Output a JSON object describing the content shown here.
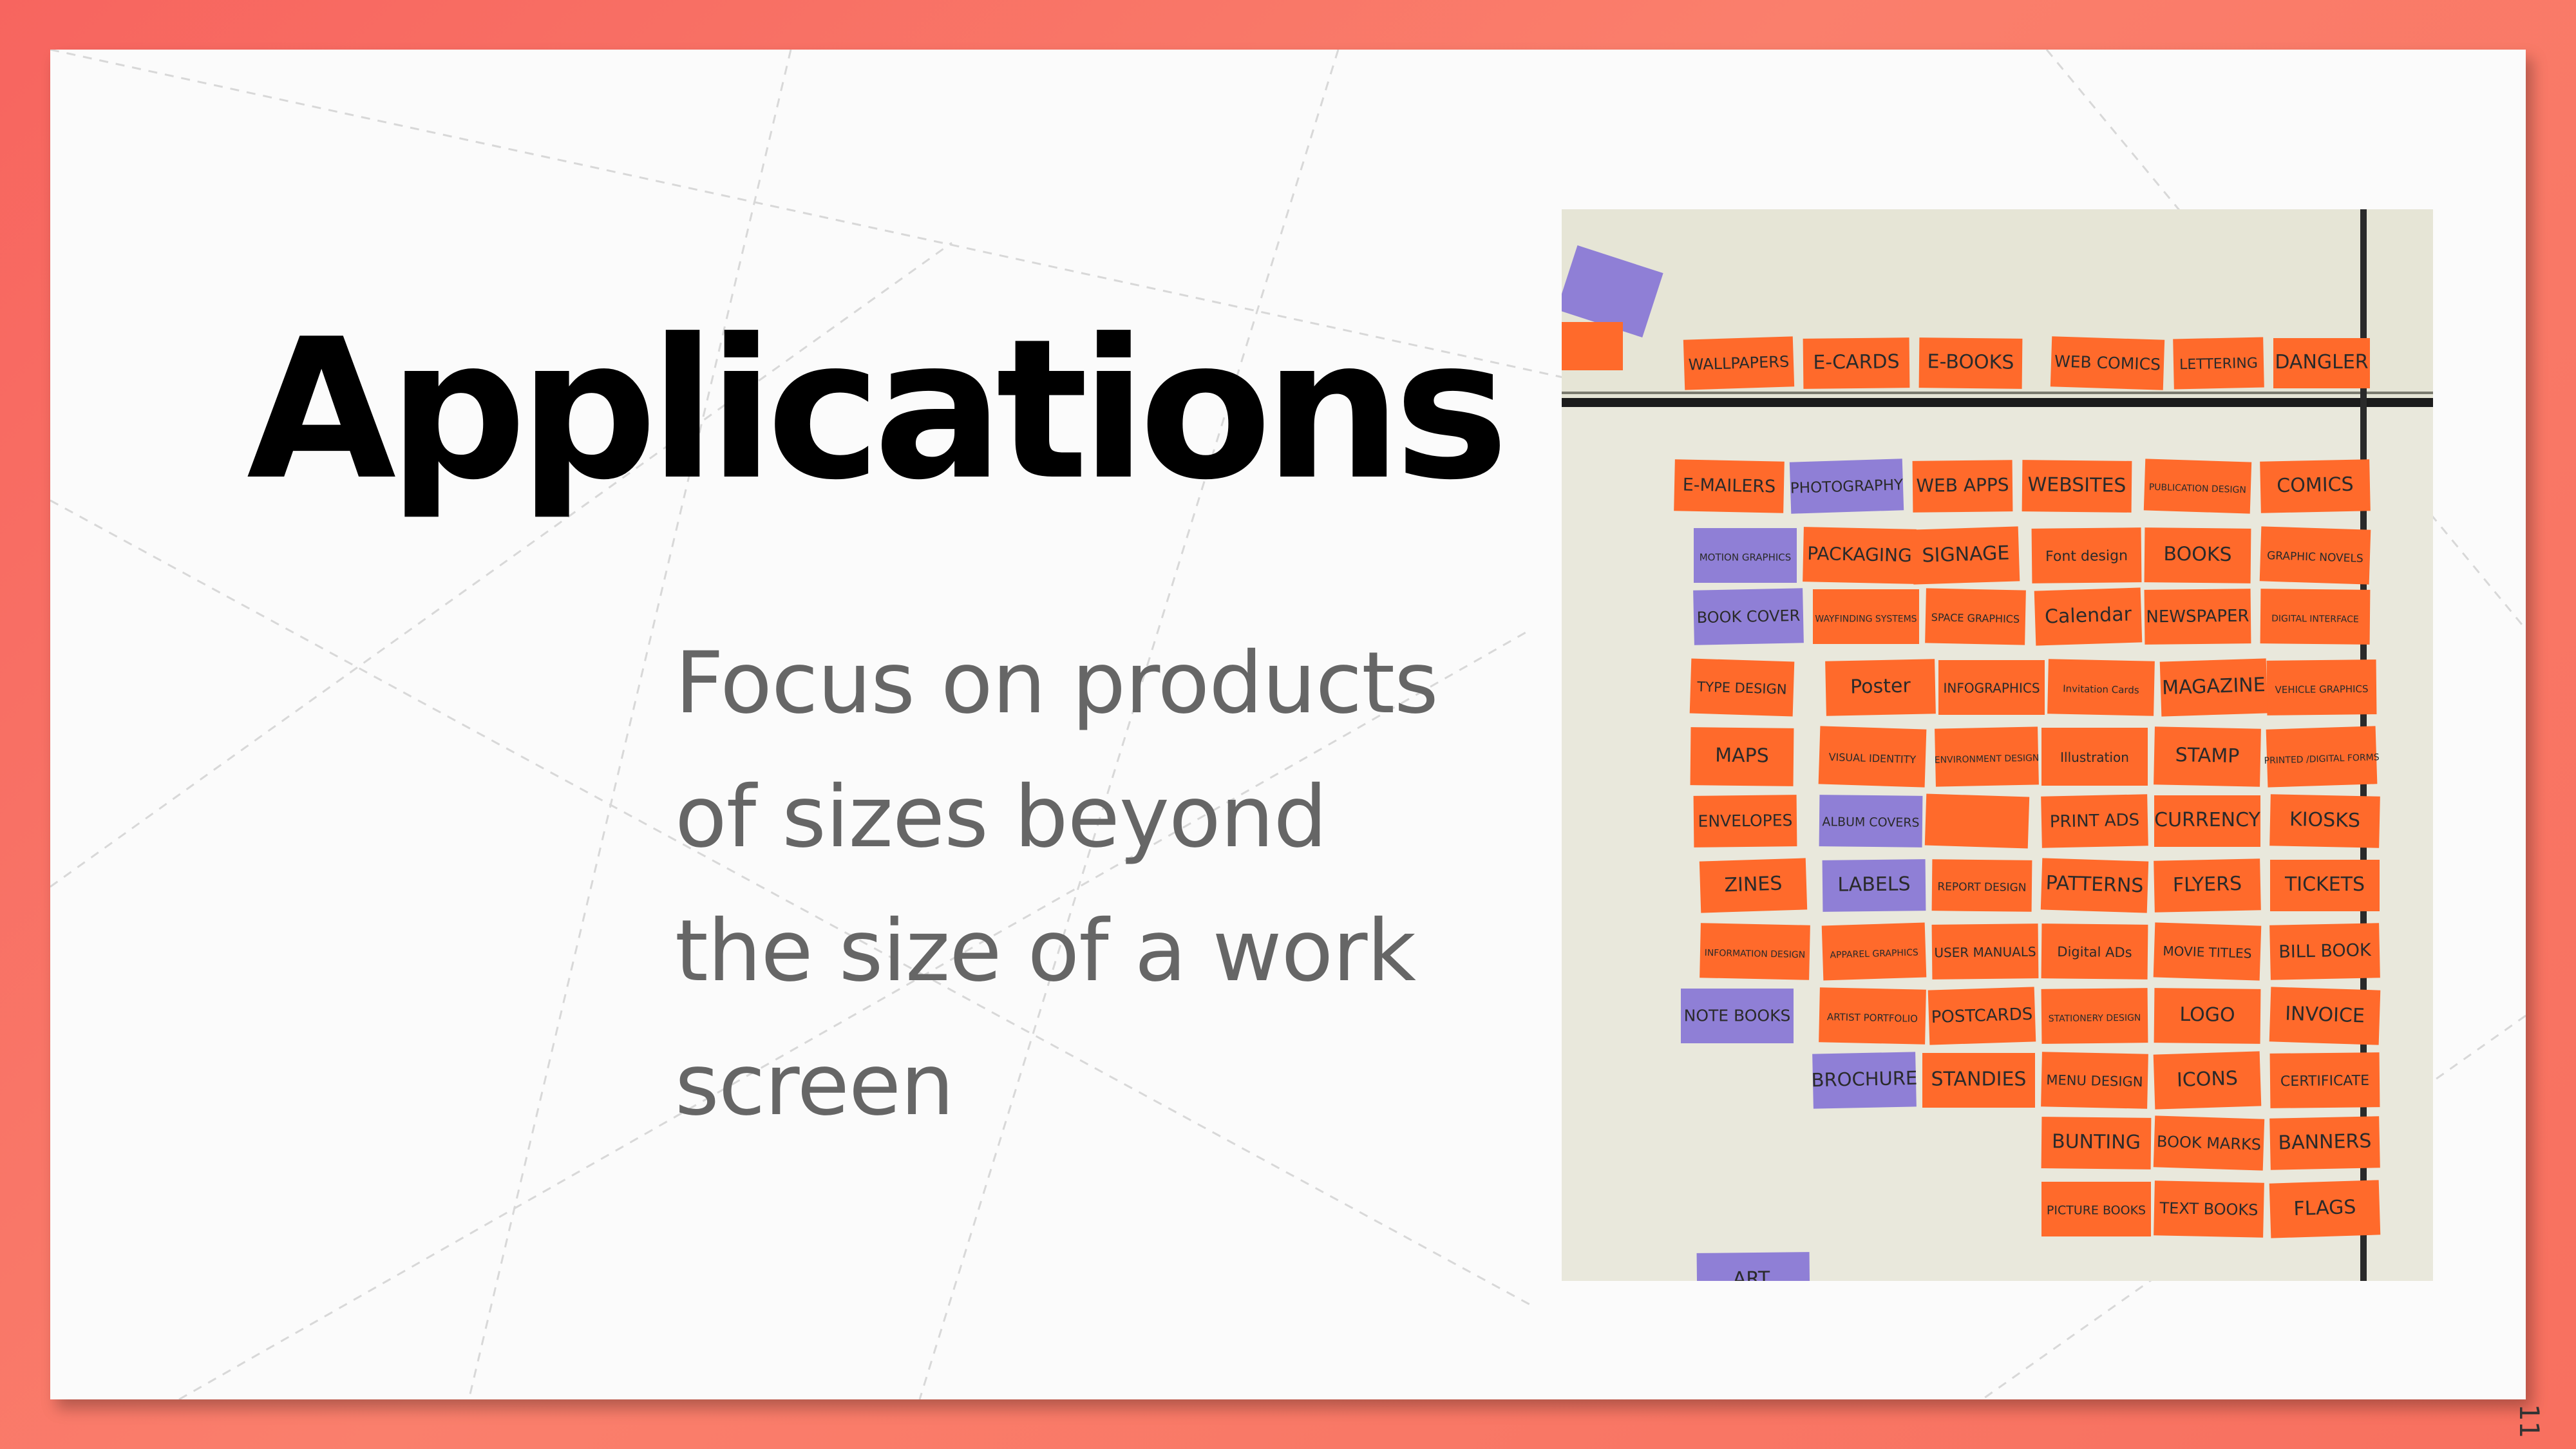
{
  "slide": {
    "title": "Applications",
    "body_lines": [
      "Focus on products",
      "of sizes beyond",
      "the size of a work",
      "screen"
    ],
    "page_number": "11"
  },
  "photo": {
    "notes": [
      {
        "t": "WALLPAPERS",
        "c": "o"
      },
      {
        "t": "E-CARDS",
        "c": "o"
      },
      {
        "t": "E-BOOKS",
        "c": "o"
      },
      {
        "t": "WEB COMICS",
        "c": "o"
      },
      {
        "t": "LETTERING",
        "c": "o"
      },
      {
        "t": "DANGLER",
        "c": "o"
      },
      {
        "t": "E-MAILERS",
        "c": "o"
      },
      {
        "t": "PHOTOGRAPHY",
        "c": "p"
      },
      {
        "t": "WEB APPS",
        "c": "o"
      },
      {
        "t": "WEBSITES",
        "c": "o"
      },
      {
        "t": "PUBLICATION DESIGN",
        "c": "o"
      },
      {
        "t": "COMICS",
        "c": "o"
      },
      {
        "t": "MOTION GRAPHICS",
        "c": "p"
      },
      {
        "t": "PACKAGING",
        "c": "o"
      },
      {
        "t": "SIGNAGE",
        "c": "o"
      },
      {
        "t": "Font design",
        "c": "o"
      },
      {
        "t": "BOOKS",
        "c": "o"
      },
      {
        "t": "GRAPHIC NOVELS",
        "c": "o"
      },
      {
        "t": "BOOK COVER",
        "c": "p"
      },
      {
        "t": "WAYFINDING SYSTEMS",
        "c": "o"
      },
      {
        "t": "SPACE GRAPHICS",
        "c": "o"
      },
      {
        "t": "Calendar",
        "c": "o"
      },
      {
        "t": "NEWSPAPER",
        "c": "o"
      },
      {
        "t": "DIGITAL INTERFACE",
        "c": "o"
      },
      {
        "t": "TYPE DESIGN",
        "c": "o"
      },
      {
        "t": "Poster",
        "c": "o"
      },
      {
        "t": "INFOGRAPHICS",
        "c": "o"
      },
      {
        "t": "Invitation Cards",
        "c": "o"
      },
      {
        "t": "MAGAZINE",
        "c": "o"
      },
      {
        "t": "VEHICLE GRAPHICS",
        "c": "o"
      },
      {
        "t": "MAPS",
        "c": "o"
      },
      {
        "t": "VISUAL IDENTITY",
        "c": "o"
      },
      {
        "t": "ENVIRONMENT DESIGN",
        "c": "o"
      },
      {
        "t": "Illustration",
        "c": "o"
      },
      {
        "t": "STAMP",
        "c": "o"
      },
      {
        "t": "PRINTED /DIGITAL FORMS",
        "c": "o"
      },
      {
        "t": "ENVELOPES",
        "c": "o"
      },
      {
        "t": "ALBUM COVERS",
        "c": "p"
      },
      {
        "t": "",
        "c": "o"
      },
      {
        "t": "PRINT ADS",
        "c": "o"
      },
      {
        "t": "CURRENCY",
        "c": "o"
      },
      {
        "t": "KIOSKS",
        "c": "o"
      },
      {
        "t": "ZINES",
        "c": "o"
      },
      {
        "t": "LABELS",
        "c": "p"
      },
      {
        "t": "REPORT DESIGN",
        "c": "o"
      },
      {
        "t": "PATTERNS",
        "c": "o"
      },
      {
        "t": "FLYERS",
        "c": "o"
      },
      {
        "t": "TICKETS",
        "c": "o"
      },
      {
        "t": "INFORMATION DESIGN",
        "c": "o"
      },
      {
        "t": "APPAREL GRAPHICS",
        "c": "o"
      },
      {
        "t": "USER MANUALS",
        "c": "o"
      },
      {
        "t": "Digital ADs",
        "c": "o"
      },
      {
        "t": "MOVIE TITLES",
        "c": "o"
      },
      {
        "t": "BILL BOOK",
        "c": "o"
      },
      {
        "t": "NOTE BOOKS",
        "c": "p"
      },
      {
        "t": "ARTIST PORTFOLIO",
        "c": "o"
      },
      {
        "t": "POSTCARDS",
        "c": "o"
      },
      {
        "t": "STATIONERY DESIGN",
        "c": "o"
      },
      {
        "t": "LOGO",
        "c": "o"
      },
      {
        "t": "INVOICE",
        "c": "o"
      },
      {
        "t": "BROCHURE",
        "c": "p"
      },
      {
        "t": "STANDIES",
        "c": "o"
      },
      {
        "t": "MENU DESIGN",
        "c": "o"
      },
      {
        "t": "ICONS",
        "c": "o"
      },
      {
        "t": "CERTIFICATE",
        "c": "o"
      },
      {
        "t": "BUNTING",
        "c": "o"
      },
      {
        "t": "BOOK MARKS",
        "c": "o"
      },
      {
        "t": "BANNERS",
        "c": "o"
      },
      {
        "t": "PICTURE BOOKS",
        "c": "o"
      },
      {
        "t": "TEXT BOOKS",
        "c": "o"
      },
      {
        "t": "FLAGS",
        "c": "o"
      },
      {
        "t": "ART.",
        "c": "p"
      }
    ]
  },
  "colors": {
    "frame": "#f7655f",
    "card": "#fbfbfb",
    "title": "#000000",
    "body": "#666666",
    "note_orange": "#ff6a2b",
    "note_purple": "#8f7fd6",
    "board": "#e6e5d6"
  }
}
